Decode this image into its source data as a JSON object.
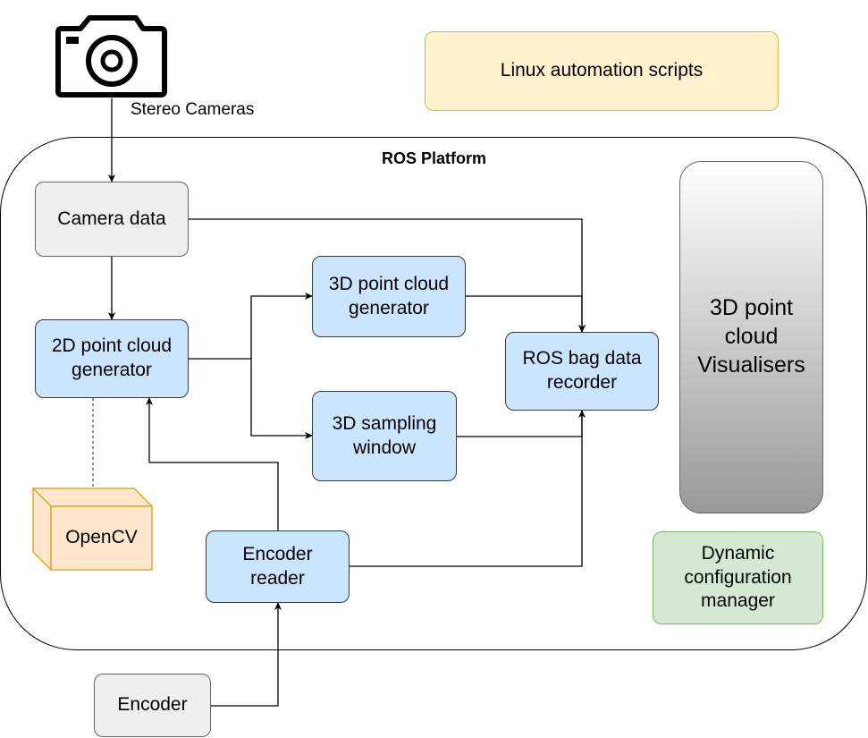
{
  "camera": {
    "caption": "Stereo Cameras",
    "icon": "camera-icon"
  },
  "linux_scripts": {
    "label": "Linux automation scripts"
  },
  "platform": {
    "title": "ROS Platform"
  },
  "nodes": {
    "camera_data": "Camera data",
    "pc2d": "2D point cloud\ngenerator",
    "pc3d": "3D point cloud\ngenerator",
    "sampling": "3D sampling\nwindow",
    "rosbag": "ROS bag data\nrecorder",
    "visualisers": "3D point\ncloud\nVisualisers",
    "opencv": "OpenCV",
    "encoder_reader": "Encoder\nreader",
    "dyn_config": "Dynamic\nconfiguration\nmanager",
    "encoder": "Encoder"
  },
  "colors": {
    "grey_fill": "#efefef",
    "blue_fill": "#cce5ff",
    "yellow_fill": "#fff2cc",
    "green_fill": "#d5e8d4",
    "opencv_fill": "#ffe6cc",
    "opencv_stroke": "#d79b00"
  }
}
